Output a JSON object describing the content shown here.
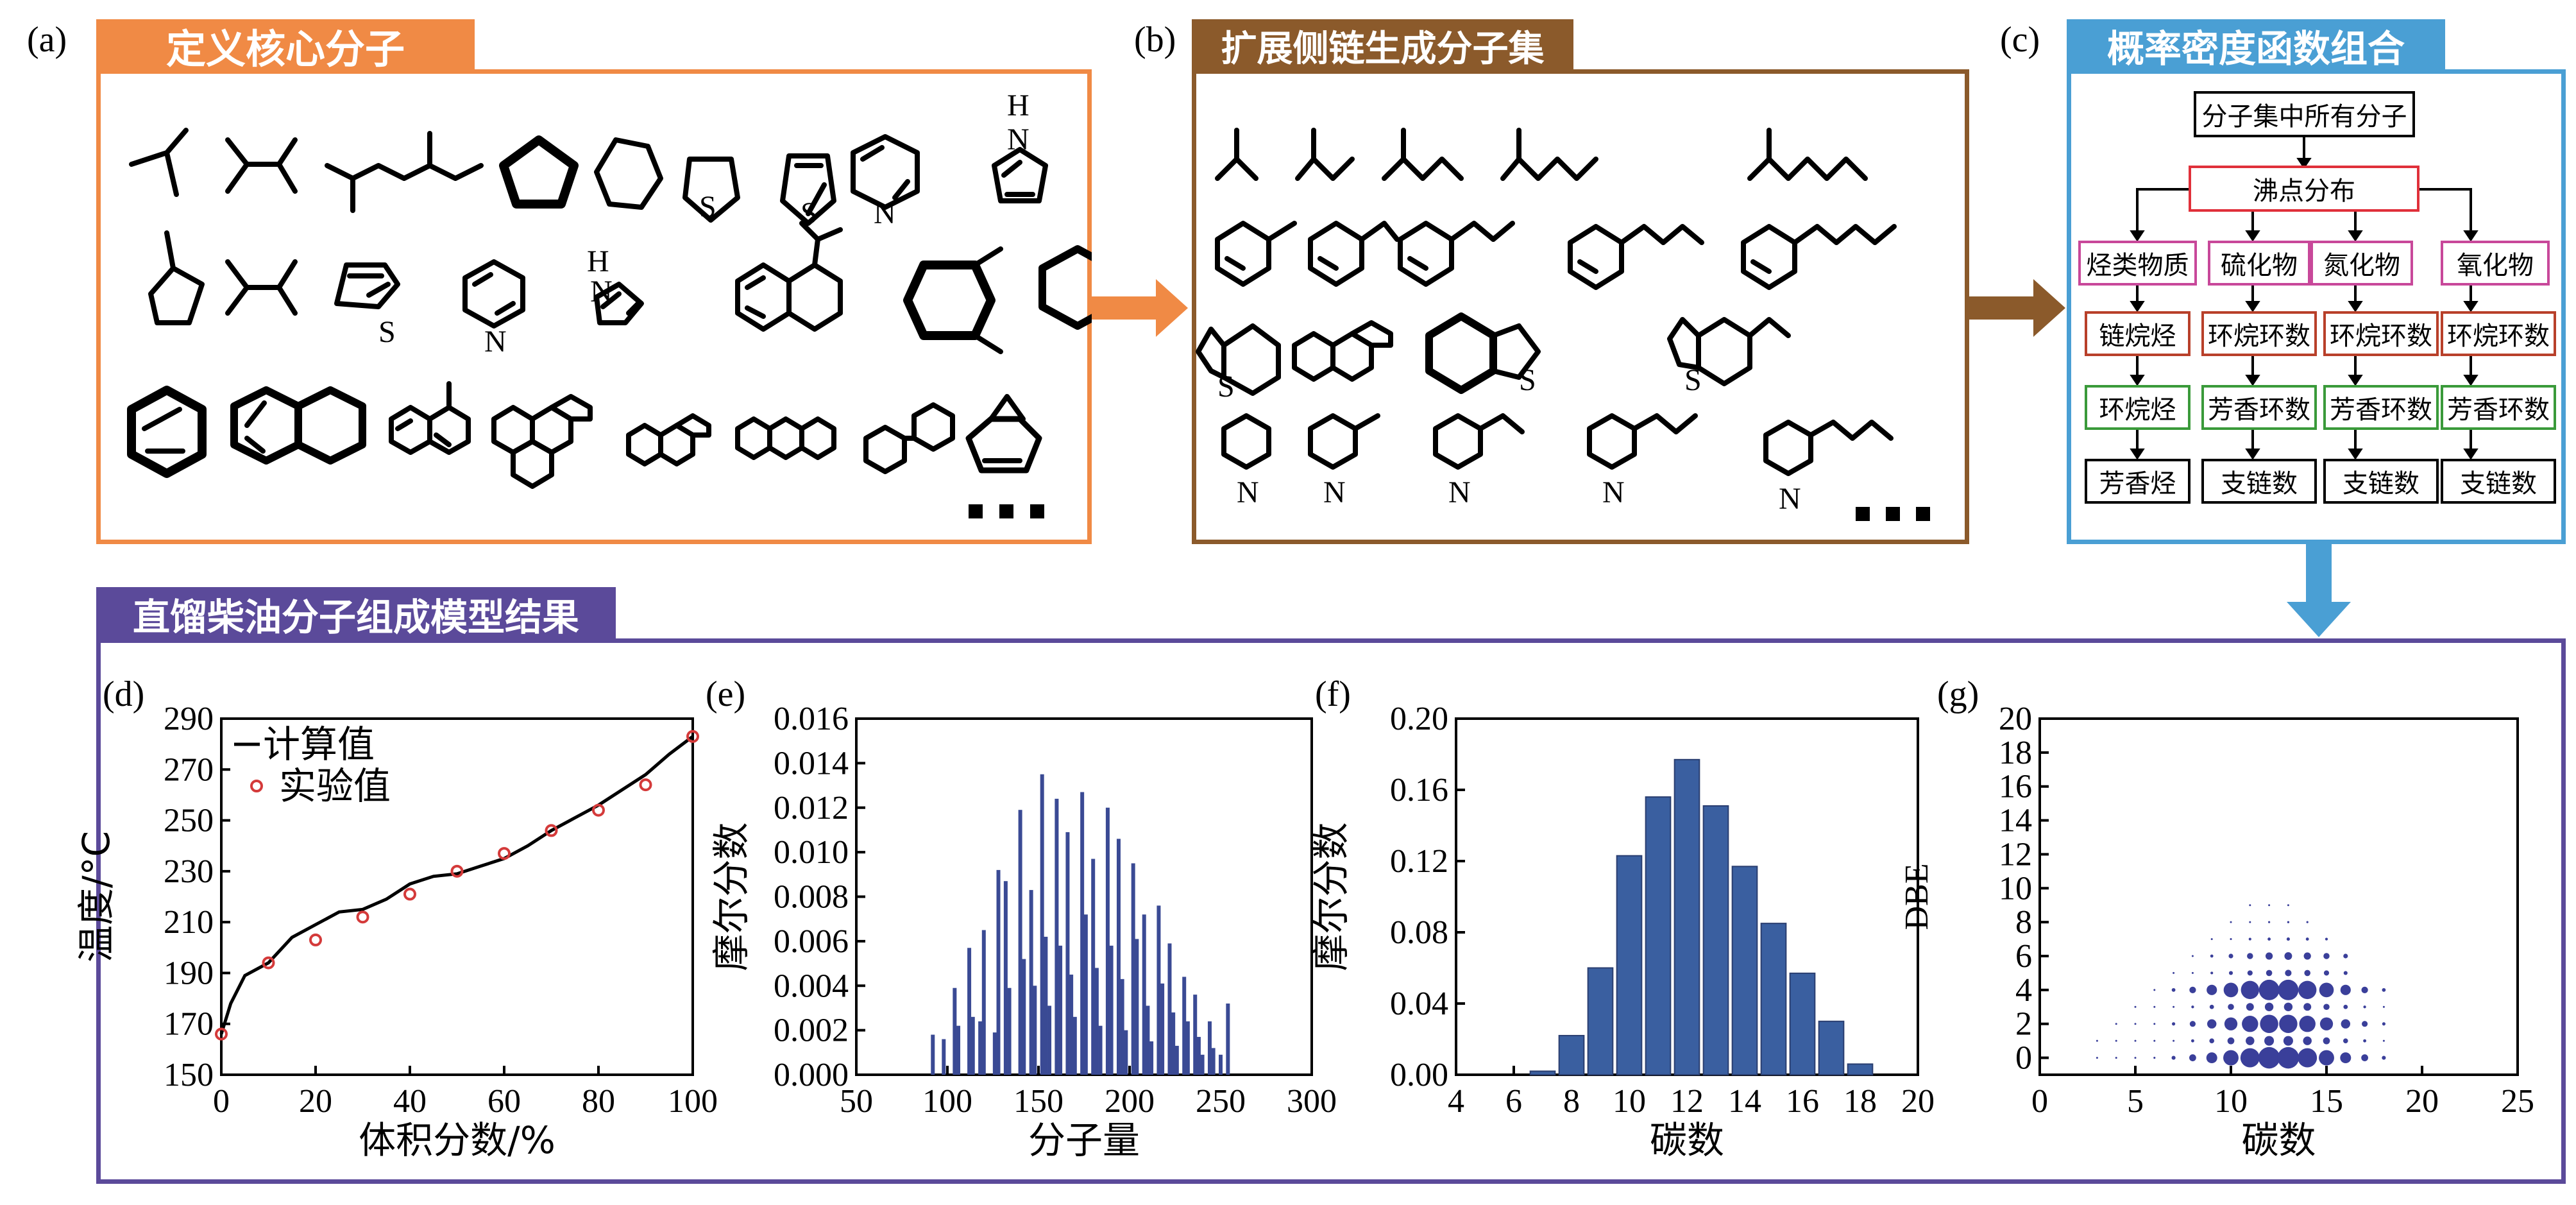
{
  "panels": {
    "a": {
      "label": "(a)",
      "title": "定义核心分子"
    },
    "b": {
      "label": "(b)",
      "title": "扩展侧链生成分子集"
    },
    "c": {
      "label": "(c)",
      "title": "概率密度函数组合"
    },
    "bottom": {
      "title": "直馏柴油分子组成模型结果"
    }
  },
  "atoms": {
    "S": "S",
    "N": "N",
    "H": "H"
  },
  "flow": {
    "top": "分子集中所有分子",
    "bp": "沸点分布",
    "cols": [
      {
        "head": "烃类物质",
        "r1": "链烷烃",
        "r2": "环烷烃",
        "r3": "芳香烃"
      },
      {
        "head": "硫化物",
        "r1": "环烷环数",
        "r2": "芳香环数",
        "r3": "支链数"
      },
      {
        "head": "氮化物",
        "r1": "环烷环数",
        "r2": "芳香环数",
        "r3": "支链数"
      },
      {
        "head": "氧化物",
        "r1": "环烷环数",
        "r2": "芳香环数",
        "r3": "支链数"
      }
    ]
  },
  "colors": {
    "orange": "#F08A45",
    "brown": "#8B5A2B",
    "blue": "#4A9FD4",
    "purple": "#5B4A9A",
    "bar": "#3A4A94",
    "dot": "#3A3F9A",
    "red": "#D43A3A"
  },
  "chart_data": [
    {
      "panel": "(d)",
      "type": "line",
      "xlabel": "体积分数/%",
      "ylabel": "温度/°C",
      "xlim": [
        0,
        100
      ],
      "ylim": [
        150,
        290
      ],
      "xticks": [
        0,
        20,
        40,
        60,
        80,
        100
      ],
      "yticks": [
        150,
        170,
        190,
        210,
        230,
        250,
        270,
        290
      ],
      "series": [
        {
          "name": "计算值",
          "kind": "line",
          "x": [
            0,
            2,
            5,
            10,
            15,
            20,
            25,
            30,
            35,
            40,
            45,
            50,
            55,
            60,
            65,
            70,
            75,
            80,
            85,
            90,
            95,
            100
          ],
          "y": [
            166,
            178,
            189,
            194,
            204,
            209,
            214,
            215,
            219,
            225,
            228,
            229,
            232,
            235,
            240,
            246,
            251,
            256,
            262,
            268,
            276,
            283
          ]
        },
        {
          "name": "实验值",
          "kind": "scatter",
          "x": [
            0,
            10,
            20,
            30,
            40,
            50,
            60,
            70,
            80,
            90,
            100
          ],
          "y": [
            166,
            194,
            203,
            212,
            221,
            230,
            237,
            246,
            254,
            264,
            283
          ]
        }
      ]
    },
    {
      "panel": "(e)",
      "type": "bar",
      "xlabel": "分子量",
      "ylabel": "摩尔分数",
      "xlim": [
        50,
        300
      ],
      "ylim": [
        0,
        0.016
      ],
      "xticks": [
        50,
        100,
        150,
        200,
        250,
        300
      ],
      "yticks": [
        0,
        0.002,
        0.004,
        0.006,
        0.008,
        0.01,
        0.012,
        0.014,
        0.016
      ],
      "x": [
        92,
        98,
        104,
        106,
        112,
        114,
        118,
        120,
        126,
        128,
        132,
        134,
        140,
        142,
        146,
        148,
        152,
        154,
        156,
        160,
        162,
        166,
        168,
        170,
        174,
        176,
        180,
        182,
        184,
        188,
        190,
        194,
        196,
        198,
        202,
        204,
        208,
        210,
        212,
        216,
        218,
        222,
        224,
        226,
        230,
        232,
        236,
        238,
        240,
        244,
        246,
        250,
        254
      ],
      "y": [
        0.0018,
        0.0016,
        0.0039,
        0.0022,
        0.0057,
        0.0026,
        0.0024,
        0.0065,
        0.0019,
        0.0092,
        0.0087,
        0.0039,
        0.0119,
        0.0052,
        0.0083,
        0.004,
        0.0135,
        0.0062,
        0.0031,
        0.0124,
        0.0058,
        0.0109,
        0.0045,
        0.0026,
        0.0127,
        0.0072,
        0.0097,
        0.0048,
        0.0022,
        0.012,
        0.0058,
        0.0106,
        0.0043,
        0.002,
        0.0095,
        0.0061,
        0.0072,
        0.0031,
        0.0015,
        0.0076,
        0.0041,
        0.0059,
        0.0028,
        0.0013,
        0.0044,
        0.0024,
        0.0036,
        0.0017,
        0.0009,
        0.0024,
        0.0012,
        0.0009,
        0.0032
      ]
    },
    {
      "panel": "(f)",
      "type": "bar",
      "xlabel": "碳数",
      "ylabel": "摩尔分数",
      "xlim": [
        4,
        20
      ],
      "ylim": [
        0,
        0.2
      ],
      "xticks": [
        4,
        6,
        8,
        10,
        12,
        14,
        16,
        18,
        20
      ],
      "yticks": [
        0,
        0.04,
        0.08,
        0.12,
        0.16,
        0.2
      ],
      "categories": [
        7,
        8,
        9,
        10,
        11,
        12,
        13,
        14,
        15,
        16,
        17,
        18
      ],
      "values": [
        0.002,
        0.022,
        0.06,
        0.123,
        0.156,
        0.177,
        0.151,
        0.117,
        0.085,
        0.057,
        0.03,
        0.006
      ]
    },
    {
      "panel": "(g)",
      "type": "scatter",
      "xlabel": "碳数",
      "ylabel": "DBE",
      "xlim": [
        0,
        25
      ],
      "ylim": [
        -1,
        20
      ],
      "xticks": [
        0,
        5,
        10,
        15,
        20,
        25
      ],
      "yticks": [
        0,
        2,
        4,
        6,
        8,
        10,
        12,
        14,
        16,
        18,
        20
      ],
      "dbe_rows": [
        0,
        1,
        2,
        3,
        4,
        5,
        6,
        7,
        8,
        9
      ],
      "carbon_range": [
        3,
        18
      ],
      "note": "bubble size proportional to mole fraction"
    }
  ]
}
